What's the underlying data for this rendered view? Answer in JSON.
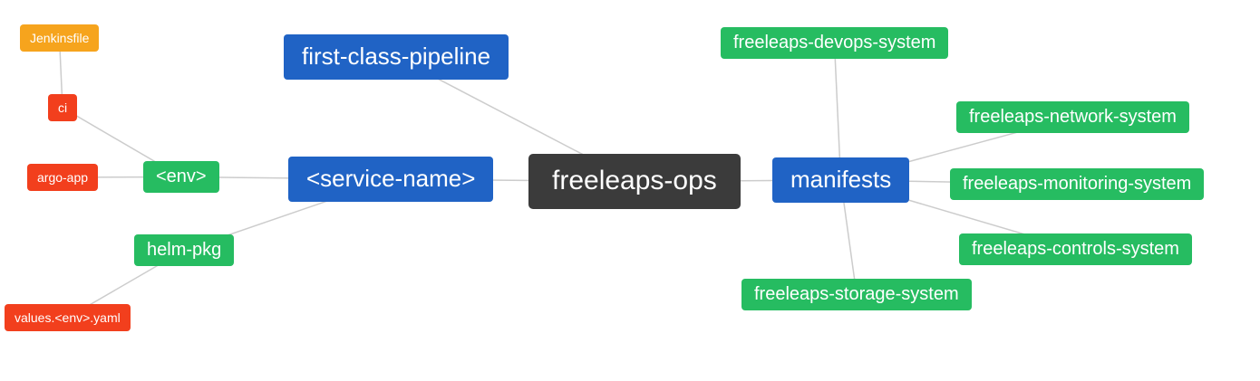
{
  "diagram": {
    "type": "mindmap",
    "background": "#ffffff",
    "edge_color": "#cccccc"
  },
  "palette": {
    "root": "#3b3b3b",
    "branch": "#2063c5",
    "green": "#26bc61",
    "red": "#f23f1d",
    "orange": "#f6a41d",
    "text": "#ffffff"
  },
  "nodes": {
    "freeleaps_ops": {
      "label": "freeleaps-ops",
      "color": "root"
    },
    "first_class_pipeline": {
      "label": "first-class-pipeline",
      "color": "branch"
    },
    "service_name": {
      "label": "<service-name>",
      "color": "branch"
    },
    "manifests": {
      "label": "manifests",
      "color": "branch"
    },
    "env": {
      "label": "<env>",
      "color": "green"
    },
    "helm_pkg": {
      "label": "helm-pkg",
      "color": "green"
    },
    "ci": {
      "label": "ci",
      "color": "red"
    },
    "argo_app": {
      "label": "argo-app",
      "color": "red"
    },
    "jenkinsfile": {
      "label": "Jenkinsfile",
      "color": "orange"
    },
    "values_env_yaml": {
      "label": "values.<env>.yaml",
      "color": "red"
    },
    "devops_system": {
      "label": "freeleaps-devops-system",
      "color": "green"
    },
    "network_system": {
      "label": "freeleaps-network-system",
      "color": "green"
    },
    "monitoring_system": {
      "label": "freeleaps-monitoring-system",
      "color": "green"
    },
    "controls_system": {
      "label": "freeleaps-controls-system",
      "color": "green"
    },
    "storage_system": {
      "label": "freeleaps-storage-system",
      "color": "green"
    }
  },
  "edges": [
    {
      "from": "freeleaps_ops",
      "to": "first_class_pipeline"
    },
    {
      "from": "freeleaps_ops",
      "to": "service_name"
    },
    {
      "from": "freeleaps_ops",
      "to": "manifests"
    },
    {
      "from": "service_name",
      "to": "env"
    },
    {
      "from": "service_name",
      "to": "helm_pkg"
    },
    {
      "from": "env",
      "to": "ci"
    },
    {
      "from": "env",
      "to": "argo_app"
    },
    {
      "from": "ci",
      "to": "jenkinsfile"
    },
    {
      "from": "helm_pkg",
      "to": "values_env_yaml"
    },
    {
      "from": "manifests",
      "to": "devops_system"
    },
    {
      "from": "manifests",
      "to": "network_system"
    },
    {
      "from": "manifests",
      "to": "monitoring_system"
    },
    {
      "from": "manifests",
      "to": "controls_system"
    },
    {
      "from": "manifests",
      "to": "storage_system"
    }
  ]
}
